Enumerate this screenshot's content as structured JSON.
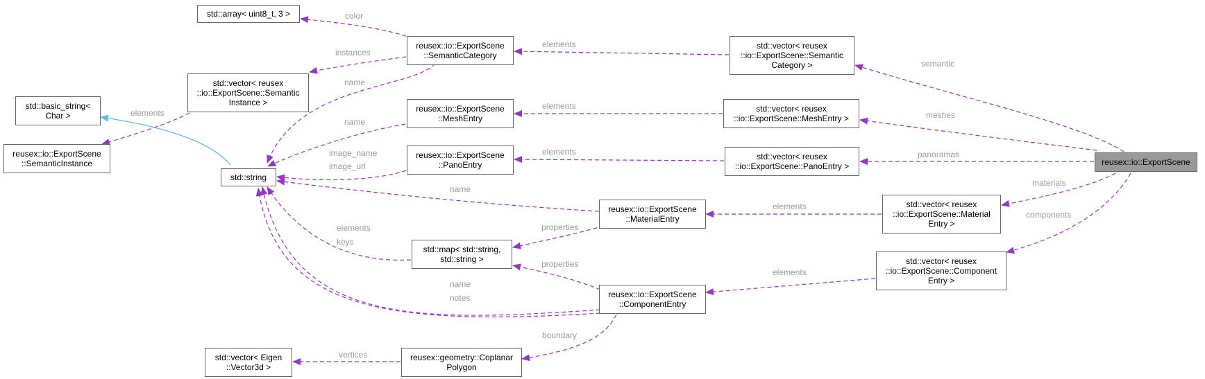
{
  "colors": {
    "usage_edge": "#9a32cd",
    "inheritance_edge": "#63b8ff",
    "edge_label": "#9a9a9a",
    "node_border": "#666666",
    "root_fill": "#999999"
  },
  "nodes": {
    "export_scene": [
      "reusex::io::ExportScene"
    ],
    "vec_semantic_category": [
      "std::vector< reusex",
      "::io::ExportScene::Semantic",
      "Category >"
    ],
    "vec_mesh_entry": [
      "std::vector< reusex",
      "::io::ExportScene::MeshEntry >"
    ],
    "vec_pano_entry": [
      "std::vector< reusex",
      "::io::ExportScene::PanoEntry >"
    ],
    "vec_material_entry": [
      "std::vector< reusex",
      "::io::ExportScene::Material",
      "Entry >"
    ],
    "vec_component_entry": [
      "std::vector< reusex",
      "::io::ExportScene::Component",
      "Entry >"
    ],
    "semantic_category": [
      "reusex::io::ExportScene",
      "::SemanticCategory"
    ],
    "mesh_entry": [
      "reusex::io::ExportScene",
      "::MeshEntry"
    ],
    "pano_entry": [
      "reusex::io::ExportScene",
      "::PanoEntry"
    ],
    "material_entry": [
      "reusex::io::ExportScene",
      "::MaterialEntry"
    ],
    "component_entry": [
      "reusex::io::ExportScene",
      "::ComponentEntry"
    ],
    "array_uint8": [
      "std::array< uint8_t, 3 >"
    ],
    "vec_semantic_instance": [
      "std::vector< reusex",
      "::io::ExportScene::Semantic",
      "Instance >"
    ],
    "basic_string": [
      "std::basic_string<",
      "Char >"
    ],
    "semantic_instance": [
      "reusex::io::ExportScene",
      "::SemanticInstance"
    ],
    "std_string": [
      "std::string"
    ],
    "map_string": [
      "std::map< std::string,",
      "std::string >"
    ],
    "coplanar_polygon": [
      "reusex::geometry::Coplanar",
      "Polygon"
    ],
    "vec_vector3d": [
      "std::vector< Eigen",
      "::Vector3d >"
    ]
  },
  "edge_labels": {
    "semantic": "semantic",
    "meshes": "meshes",
    "panoramas": "panoramas",
    "materials": "materials",
    "components": "components",
    "vec_semcat_elements": "elements",
    "vec_mesh_elements": "elements",
    "vec_pano_elements": "elements",
    "vec_material_elements": "elements",
    "vec_component_elements": "elements",
    "color": "color",
    "instances": "instances",
    "semcat_name": "name",
    "semantic_instance_elements": "elements",
    "mesh_name": "name",
    "image_name": "image_name",
    "image_url": "image_url",
    "material_name": "name",
    "map_elements": "elements",
    "map_keys": "keys",
    "material_properties": "properties",
    "component_properties": "properties",
    "component_name": "name",
    "component_notes": "notes",
    "boundary": "boundary",
    "vertices": "vertices"
  }
}
